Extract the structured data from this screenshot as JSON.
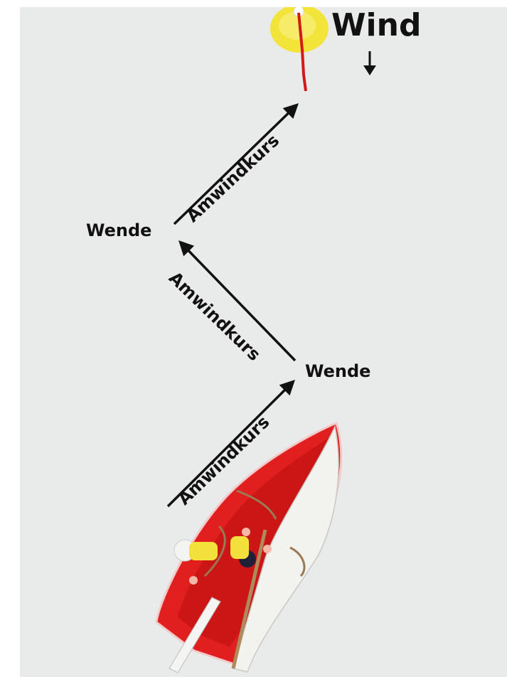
{
  "wind": {
    "label": "Wind"
  },
  "turns": [
    {
      "label": "Wende"
    },
    {
      "label": "Wende"
    }
  ],
  "legs": [
    {
      "label": "Amwindkurs"
    },
    {
      "label": "Amwindkurs"
    },
    {
      "label": "Amwindkurs"
    }
  ],
  "colors": {
    "background": "#e9ebea",
    "buoy": "#f3e43a",
    "hull": "#e21f1f",
    "sail": "#f2f2ef",
    "arrow": "#111111"
  },
  "icons": [
    "buoy-icon",
    "wind-arrow-icon",
    "sailboat-icon"
  ]
}
